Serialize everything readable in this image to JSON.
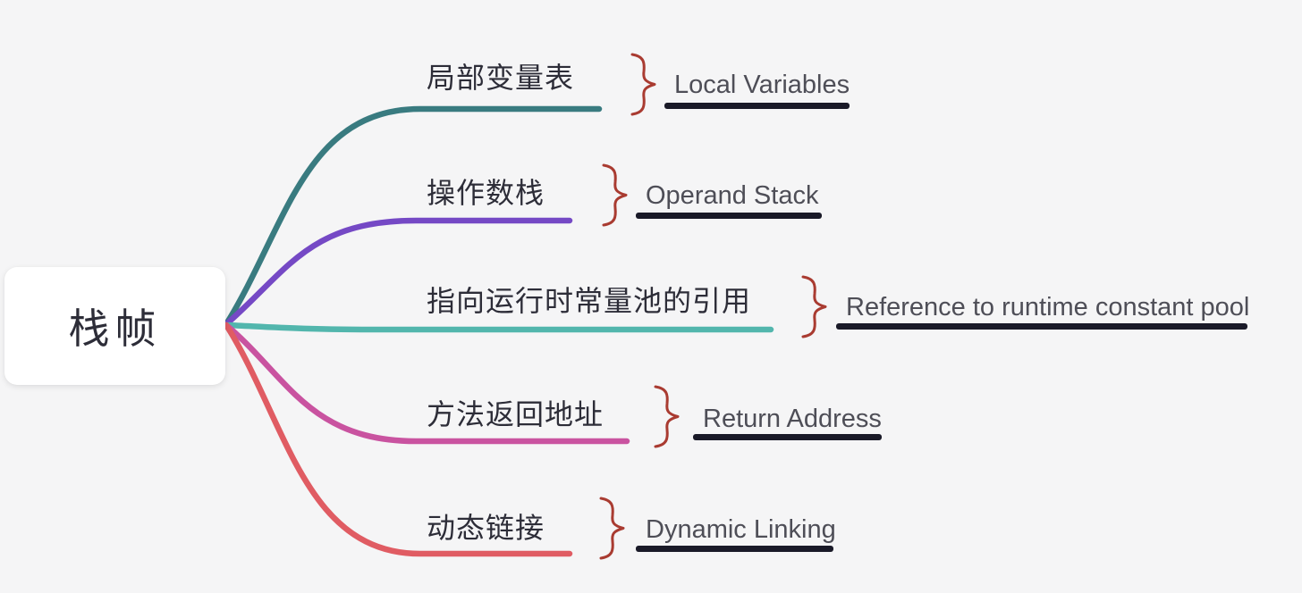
{
  "root": {
    "label": "栈帧"
  },
  "branches": [
    {
      "zh": "局部变量表",
      "en": "Local Variables",
      "color": "#397b80"
    },
    {
      "zh": "操作数栈",
      "en": "Operand Stack",
      "color": "#7549c5"
    },
    {
      "zh": "指向运行时常量池的引用",
      "en": "Reference to runtime constant pool",
      "color": "#52b6ad"
    },
    {
      "zh": "方法返回地址",
      "en": "Return Address",
      "color": "#c953a0"
    },
    {
      "zh": "动态链接",
      "en": "Dynamic Linking",
      "color": "#e05c63"
    }
  ],
  "accents": {
    "background": "#f5f5f6",
    "node_fill": "#ffffff",
    "zh_text": "#2d2d38",
    "en_text": "#4e4e57",
    "root_text": "#2d2d38",
    "brace": "#a93b31",
    "underline": "#1a1a28"
  }
}
